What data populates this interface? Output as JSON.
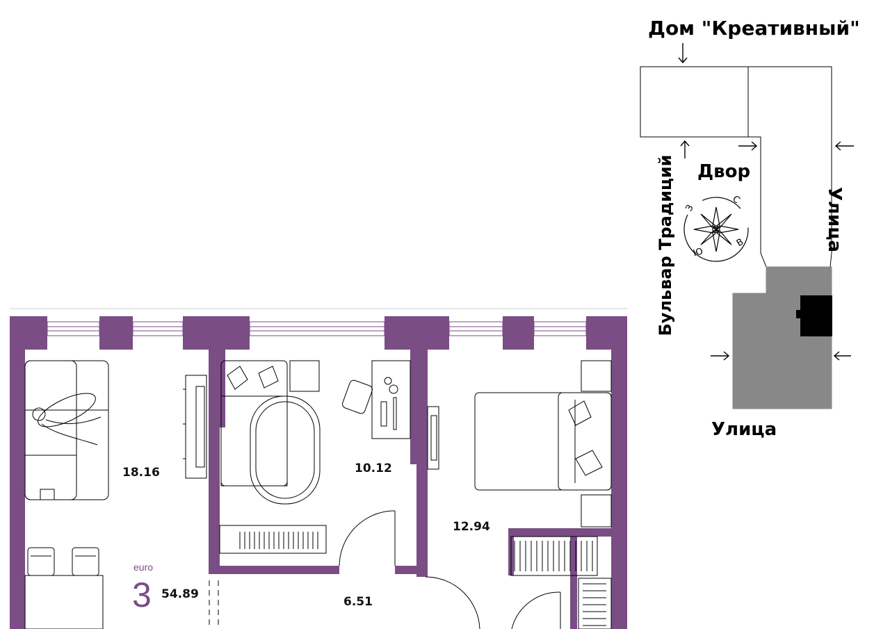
{
  "site_plan": {
    "house_title": "Дом \"Креативный\"",
    "yard_label": "Двор",
    "street_right_label": "Улица",
    "street_bottom_label": "Улица",
    "boulevard_label": "Бульвар Традиций",
    "compass": {
      "north": "С",
      "east": "В",
      "south": "Ю",
      "west": "З"
    }
  },
  "apartment": {
    "layout_type": "euro",
    "rooms": "3",
    "total_area": "54.89",
    "room_areas": {
      "living": "18.16",
      "bedroom_middle": "10.12",
      "bedroom_right": "12.94",
      "hall": "6.51"
    }
  },
  "colors": {
    "wall": "#7a4d85",
    "building_highlight": "#888888",
    "apartment_marker": "#000000",
    "text": "#000000"
  }
}
